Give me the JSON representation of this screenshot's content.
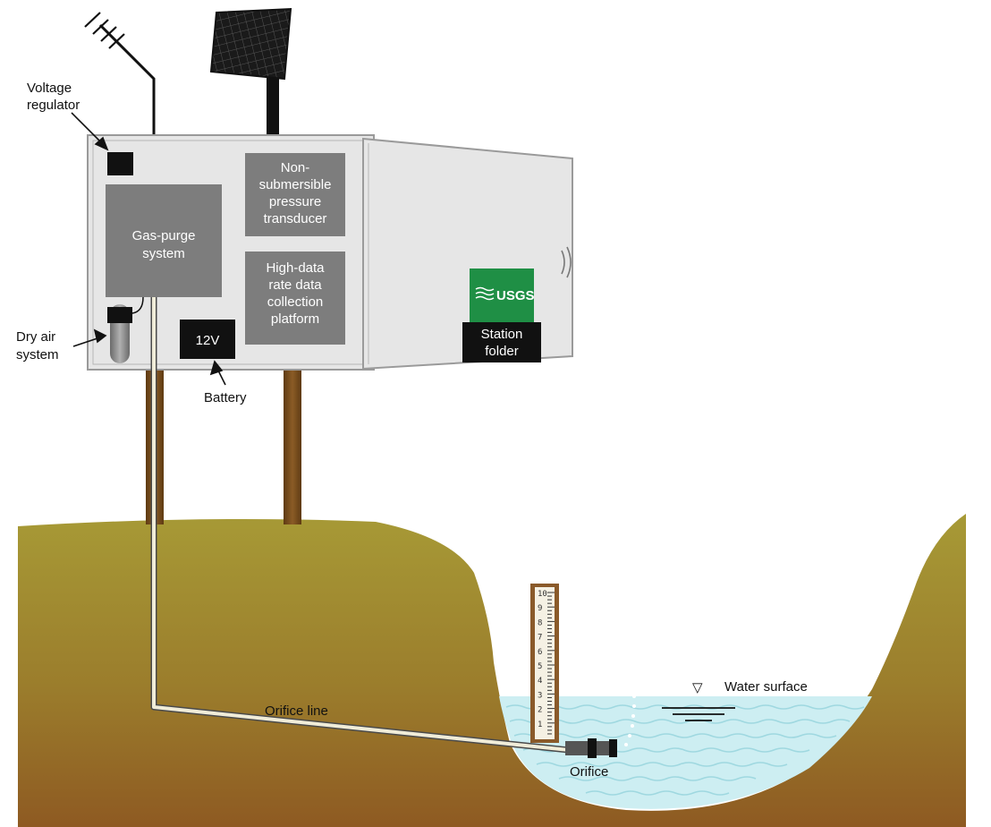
{
  "labels": {
    "voltage_regulator_1": "Voltage",
    "voltage_regulator_2": "regulator",
    "dry_air_1": "Dry air",
    "dry_air_2": "system",
    "battery": "Battery",
    "orifice_line": "Orifice line",
    "orifice": "Orifice",
    "water_surface": "Water surface",
    "water_symbol": "▽"
  },
  "boxes": {
    "gas_purge_1": "Gas-purge",
    "gas_purge_2": "system",
    "transducer_1": "Non-",
    "transducer_2": "submersible",
    "transducer_3": "pressure",
    "transducer_4": "transducer",
    "dcp_1": "High-data",
    "dcp_2": "rate data",
    "dcp_3": "collection",
    "dcp_4": "platform",
    "battery_voltage": "12V",
    "folder_1": "Station",
    "folder_2": "folder",
    "logo": "USGS"
  },
  "staff_gauge": {
    "ticks": [
      "10",
      "9",
      "8",
      "7",
      "6",
      "5",
      "4",
      "3",
      "2",
      "1"
    ]
  },
  "colors": {
    "ground_top": "#a79a36",
    "ground_bottom": "#8e5a22",
    "water": "#cdeef2",
    "water_line": "#9fd8e0",
    "shelter": "#e6e6e6",
    "shelter_border": "#9a9a9a",
    "component_box": "#7d7d7d",
    "black_box": "#111111",
    "usgs_green": "#1f8f45",
    "pole": "#7a4e1c",
    "gauge_frame": "#8a5a2a"
  }
}
